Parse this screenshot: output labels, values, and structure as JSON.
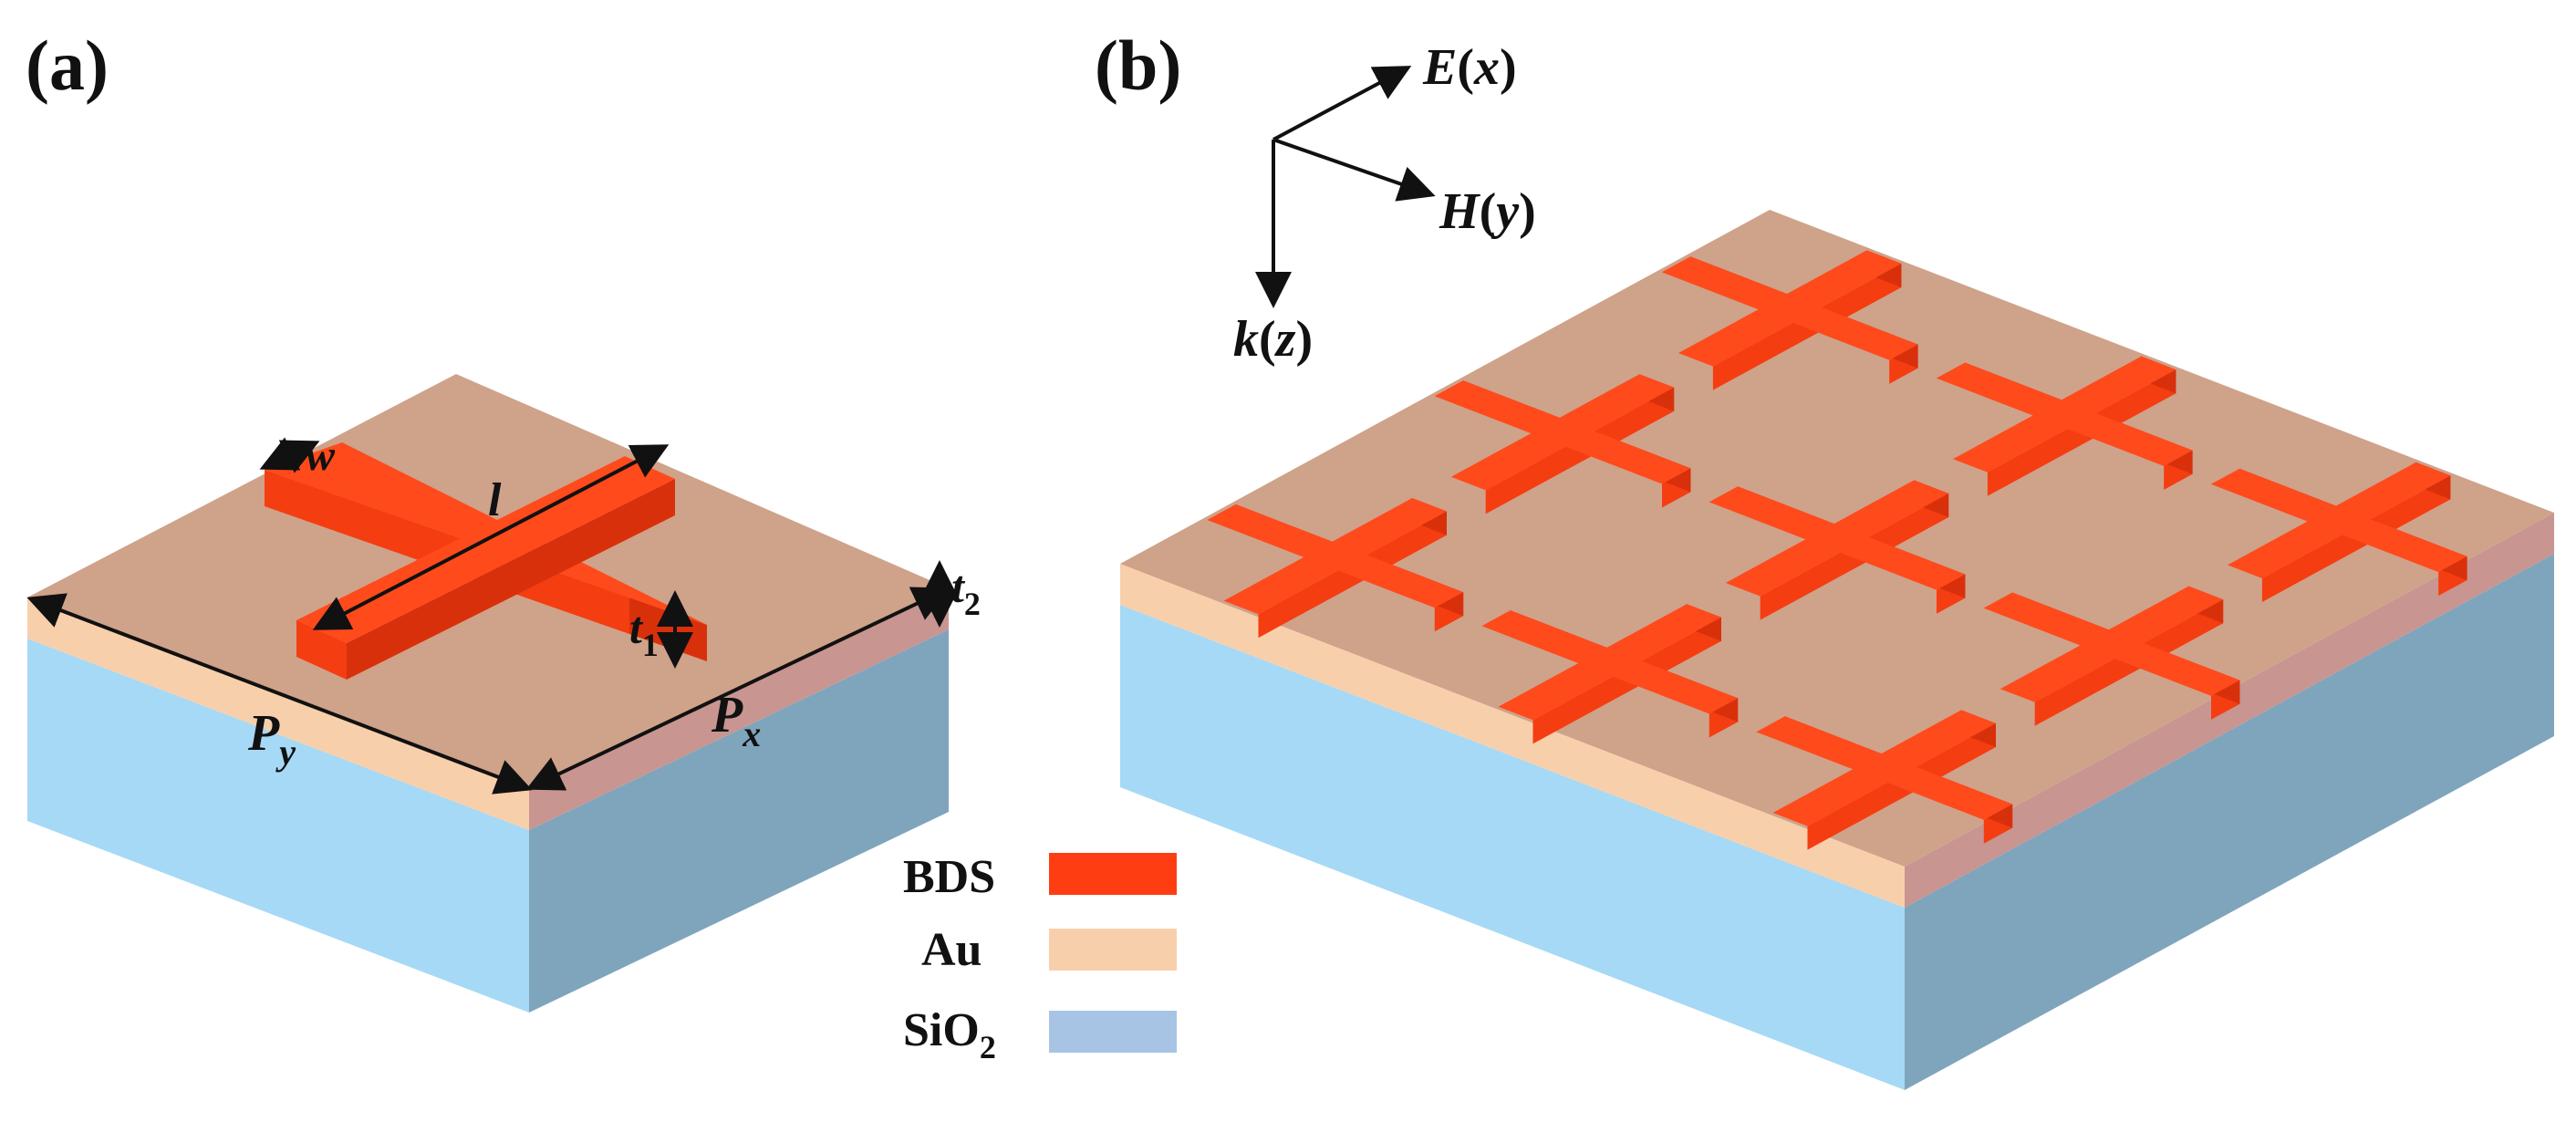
{
  "panels": {
    "a": {
      "label": "(a)"
    },
    "b": {
      "label": "(b)"
    }
  },
  "dimensions": {
    "w": "w",
    "l": "l",
    "t1": {
      "base": "t",
      "sub": "1"
    },
    "t2": {
      "base": "t",
      "sub": "2"
    },
    "py": {
      "base": "P",
      "sub": "y"
    },
    "px": {
      "base": "P",
      "sub": "x"
    }
  },
  "axes": {
    "e": {
      "sym": "E",
      "arg": "x"
    },
    "h": {
      "sym": "H",
      "arg": "y"
    },
    "k": {
      "sym": "k",
      "arg": "z"
    }
  },
  "legend": [
    {
      "label": "BDS",
      "sub": "",
      "color": "#ff3d12"
    },
    {
      "label": "Au",
      "sub": "",
      "color": "#f8cfab"
    },
    {
      "label": "SiO",
      "sub": "2",
      "color": "#a8c4e4"
    }
  ],
  "colors": {
    "bds_top": "#ff4a1c",
    "bds_front": "#f53d12",
    "bds_side": "#d9300c",
    "au_top": "#cfa28a",
    "au_front": "#f8cfab",
    "au_side": "#c89590",
    "sio2_front": "#a6d9f5",
    "sio2_side": "#7fa5bd"
  }
}
